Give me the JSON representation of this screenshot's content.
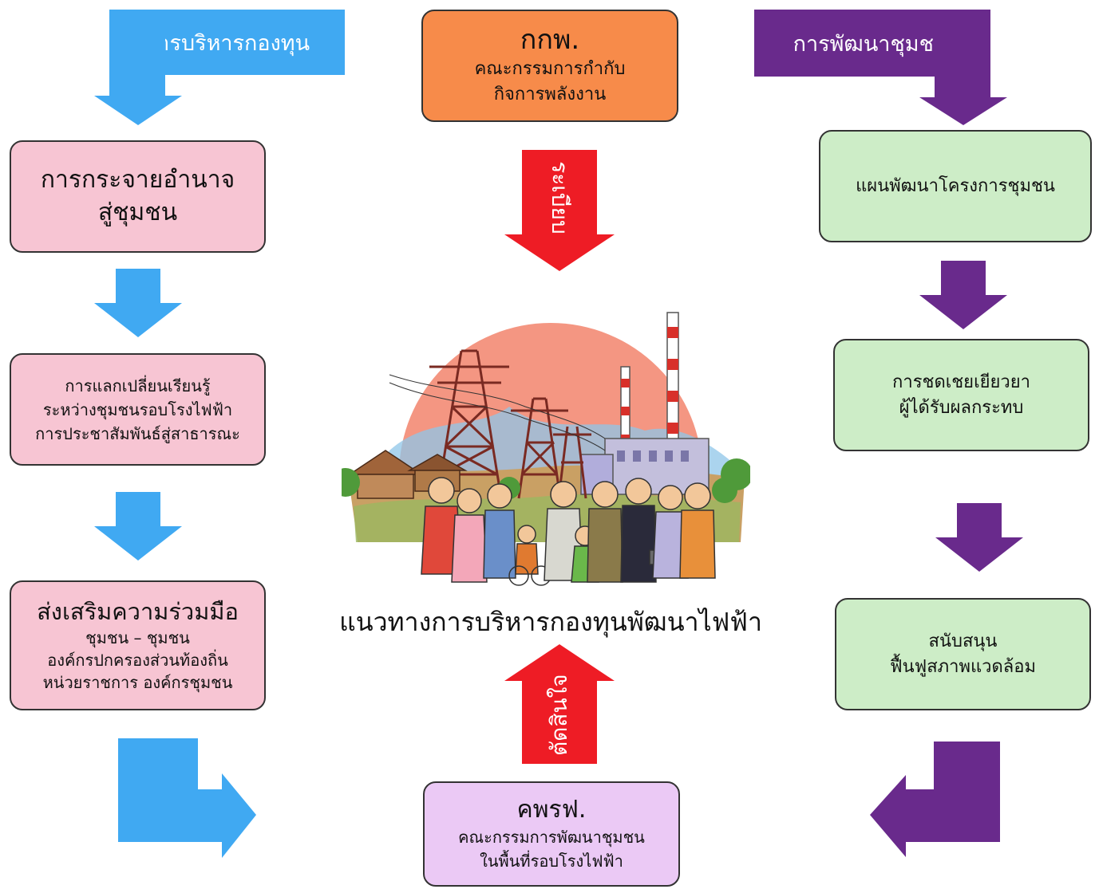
{
  "colors": {
    "blue": "#40a9f2",
    "purple": "#692a8c",
    "red": "#ee1c25",
    "orange": "#f78b4a",
    "pink_box": "#f7c5d3",
    "green_box": "#cdedc7",
    "lavender_box": "#ebc9f5"
  },
  "left": {
    "header": "การบริหารกองทุน",
    "box1": {
      "lines": [
        "การกระจายอำนาจ",
        "สู่ชุมชน"
      ]
    },
    "box2": {
      "lines": [
        "การแลกเปลี่ยนเรียนรู้",
        "ระหว่างชุมชนรอบโรงไฟฟ้า",
        "การประชาสัมพันธ์สู่สาธารณะ"
      ]
    },
    "box3": {
      "title": "ส่งเสริมความร่วมมือ",
      "lines": [
        "ชุมชน – ชุมชน",
        "องค์กรปกครองส่วนท้องถิ่น",
        "หน่วยราชการ องค์กรชุมชน"
      ]
    }
  },
  "center": {
    "top_box": {
      "title": "กกพ.",
      "lines": [
        "คณะกรรมการกำกับ",
        "กิจการพลังงาน"
      ]
    },
    "down_arrow_label": "ระเบียบ",
    "caption": "แนวทางการบริหารกองทุนพัฒนาไฟฟ้า",
    "up_arrow_label": "ตัดสินใจ",
    "bottom_box": {
      "title": "คพรฟ.",
      "lines": [
        "คณะกรรมการพัฒนาชุมชน",
        "ในพื้นที่รอบโรงไฟฟ้า"
      ]
    }
  },
  "right": {
    "header": "การพัฒนาชุมชน",
    "box1": {
      "lines": [
        "แผนพัฒนาโครงการชุมชน"
      ]
    },
    "box2": {
      "lines": [
        "การชดเชยเยียวยา",
        "ผู้ได้รับผลกระทบ"
      ]
    },
    "box3": {
      "lines": [
        "สนับสนุน",
        "ฟื้นฟูสภาพแวดล้อม"
      ]
    }
  }
}
